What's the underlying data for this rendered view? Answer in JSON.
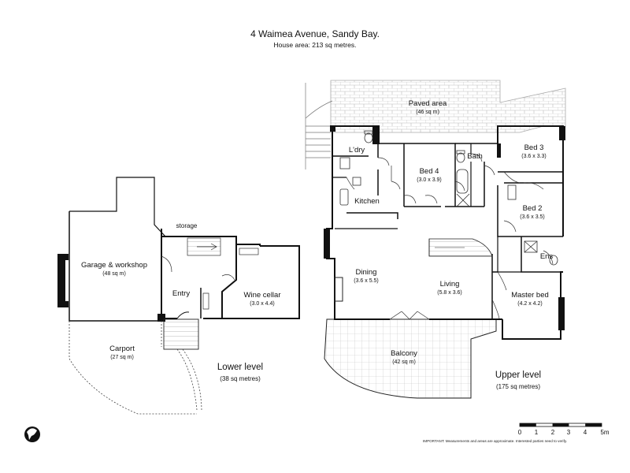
{
  "header": {
    "title": "4 Waimea Avenue, Sandy Bay.",
    "subtitle": "House area: 213 sq metres."
  },
  "rooms": {
    "garage": {
      "name": "Garage & workshop",
      "dims": "(48 sq m)"
    },
    "storage": {
      "name": "storage"
    },
    "entry": {
      "name": "Entry"
    },
    "wine_cellar": {
      "name": "Wine cellar",
      "dims": "(3.0 x 4.4)"
    },
    "carport": {
      "name": "Carport",
      "dims": "(27 sq m)"
    },
    "paved_area": {
      "name": "Paved area",
      "dims": "(46 sq m)"
    },
    "laundry": {
      "name": "L'dry"
    },
    "kitchen": {
      "name": "Kitchen"
    },
    "bed4": {
      "name": "Bed 4",
      "dims": "(3.0 x 3.9)"
    },
    "bath": {
      "name": "Bath"
    },
    "bed3": {
      "name": "Bed 3",
      "dims": "(3.6 x 3.3)"
    },
    "bed2": {
      "name": "Bed 2",
      "dims": "(3.6 x 3.5)"
    },
    "ens": {
      "name": "Ens"
    },
    "dining": {
      "name": "Dining",
      "dims": "(3.6 x 5.5)"
    },
    "living": {
      "name": "Living",
      "dims": "(5.8 x 3.6)"
    },
    "master_bed": {
      "name": "Master bed",
      "dims": "(4.2 x 4.2)"
    },
    "balcony": {
      "name": "Balcony",
      "dims": "(42 sq m)"
    }
  },
  "levels": {
    "lower": {
      "name": "Lower level",
      "area": "(38 sq metres)"
    },
    "upper": {
      "name": "Upper level",
      "area": "(175 sq metres)"
    }
  },
  "scale_bar": {
    "ticks": [
      "0",
      "1",
      "2",
      "3",
      "4",
      "5m"
    ]
  },
  "disclaimer": {
    "lead": "IMPORTANT:",
    "text": "Measurements and areas are approximate. Interested parties need to verify."
  },
  "icons": {
    "logo": "bird-logo-icon",
    "wc": "toilet-icon",
    "shower": "shower-icon",
    "bath": "bathtub-icon",
    "sink": "sink-icon",
    "stove": "cooktop-icon",
    "stairs": "staircase-icon"
  }
}
